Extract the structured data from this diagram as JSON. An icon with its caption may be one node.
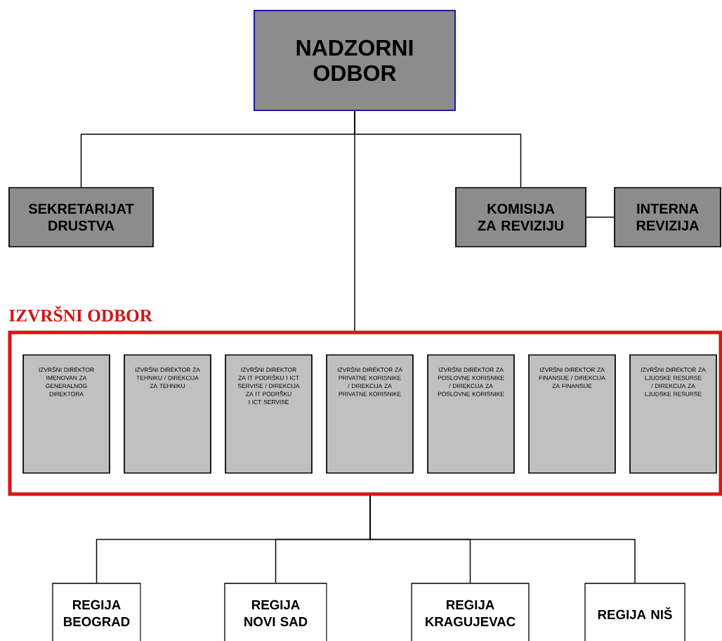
{
  "diagram": {
    "nodes": [
      {
        "text": [
          "NADZORNI ODBOR"
        ]
      },
      {
        "text": [
          "SEKRETARIJAT DRUSTVA"
        ]
      },
      {
        "text": [
          "KOMISIJA ZA REVIZIJU"
        ]
      },
      {
        "text": [
          "INTERNA REVIZIJA"
        ]
      },
      {
        "text": [
          "IZVRŠNI ODBOR"
        ]
      },
      {
        "text": [
          "IZVRŠNI DIREKTOR IMENOVAN ZA GENERALNOG DIREKTORA"
        ],
        "in": 4
      },
      {
        "text": [
          "IZVRŠNI DIREKTOR ZA TEHNIKU / DIREKCIJA ZA TEHNIKU"
        ],
        "in": 4
      },
      {
        "text": [
          "IZVRŠNI DIREKTOR ZA IT PODRŠKU I ICT SERVISE / DIREKCIJA ZA IT PODRŠKU I ICT SERVISE"
        ],
        "in": 4
      },
      {
        "text": [
          "IZVRŠNI DIREKTOR ZA PRIVATNE KORISNIKE / DIREKCIJA ZA PRIVATNE KORISNIKE"
        ],
        "in": 4
      },
      {
        "text": [
          "IZVRŠNI DIREKTOR ZA POSLOVNE KORISNIKE / DIREKCIJA ZA POSLOVNE KORISNIKE"
        ],
        "in": 4
      },
      {
        "text": [
          "IZVRŠNI DIREKTOR ZA FINANSIJE / DIREKCIJA ZA FINANSIJE"
        ],
        "in": 4
      },
      {
        "text": [
          "IZVRŠNI DIREKTOR ZA LJUDSKE RESURSE / DIREKCIJA ZA LJUDSKE RESURSE"
        ],
        "in": 4
      },
      {
        "text": [
          "REGIJA BEOGRAD"
        ]
      },
      {
        "text": [
          "REGIJA NOVI SAD"
        ]
      },
      {
        "text": [
          "REGIJA KRAGUJEVAC"
        ]
      },
      {
        "text": [
          "REGIJA NIŠ"
        ]
      }
    ],
    "edges": [
      {
        "from": 0,
        "to": 1,
        "arrow": "none"
      },
      {
        "from": 0,
        "to": 2,
        "arrow": "none"
      },
      {
        "from": 0,
        "to": 4,
        "arrow": "none"
      },
      {
        "from": 2,
        "to": 3,
        "arrow": "none"
      },
      {
        "from": 4,
        "to": 12,
        "arrow": "none"
      },
      {
        "from": 4,
        "to": 13,
        "arrow": "none"
      },
      {
        "from": 4,
        "to": 14,
        "arrow": "none"
      },
      {
        "from": 4,
        "to": 15,
        "arrow": "none"
      }
    ]
  }
}
